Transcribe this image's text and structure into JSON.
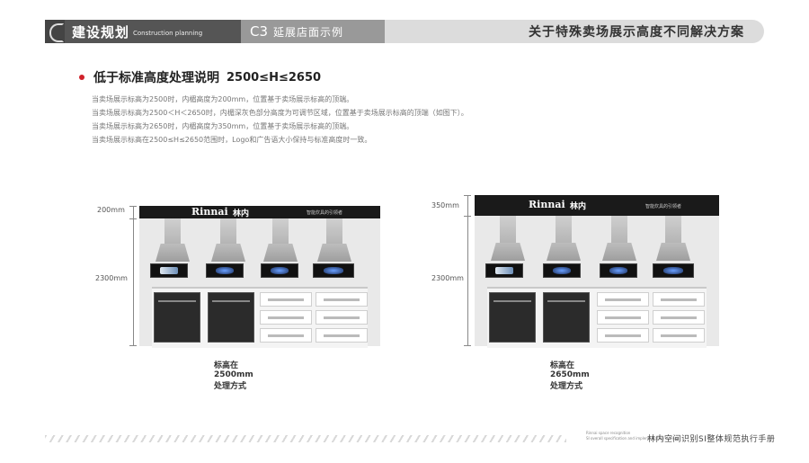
{
  "header": {
    "section_title": "建设规划",
    "section_title_en": "Construction planning",
    "chapter_code": "C3",
    "chapter_title": "延展店面示例",
    "page_title": "关于特殊卖场展示高度不同解决方案"
  },
  "section": {
    "heading": "低于标准高度处理说明",
    "range": "2500≤H≤2650",
    "lines": [
      "当卖场展示标高为2500时，内楣高度为200mm，位置基于卖场展示标高的顶端。",
      "当卖场展示标高为2500＜H＜2650时，内楣深灰色部分高度为可调节区域，位置基于卖场展示标高的顶端（如图下）。",
      "当卖场展示标高为2650时，内楣高度为350mm，位置基于卖场展示标高的顶端。",
      "当卖场展示标高在2500≤H≤2650范围时，Logo和广告语大小保持与标准高度时一致。"
    ]
  },
  "figures": [
    {
      "top_dim": "200mm",
      "body_dim": "2300mm",
      "brand": "Rinnai",
      "brand_cn": "林内",
      "slogan": "智能炊具的引领者",
      "caption": "标高在2500mm处理方式"
    },
    {
      "top_dim": "350mm",
      "body_dim": "2300mm",
      "brand": "Rinnai",
      "brand_cn": "林内",
      "slogan": "智能炊具的引领者",
      "caption": "标高在2650mm处理方式"
    }
  ],
  "footer": {
    "small_line1": "Rinnai space recognition",
    "small_line2": "SI overall specification and implementation manual",
    "title": "林内空间识别SI整体规范执行手册"
  }
}
